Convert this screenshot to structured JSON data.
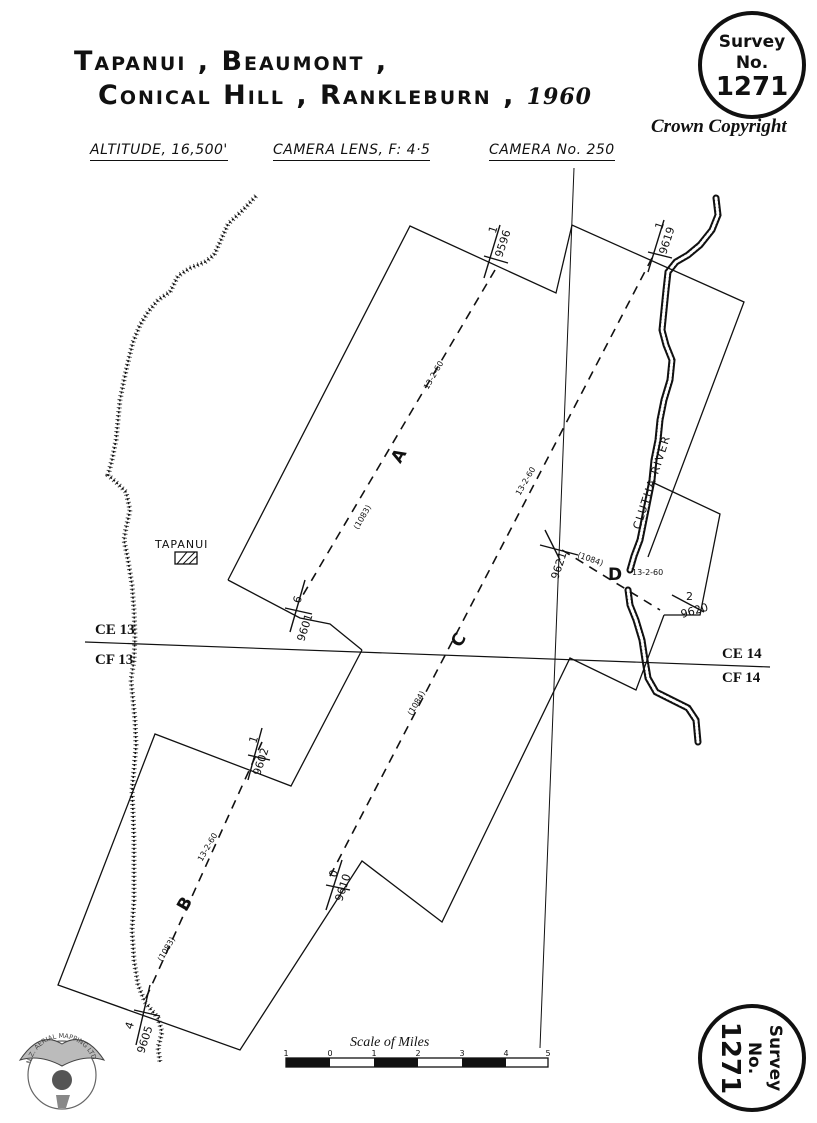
{
  "title": {
    "line1": "Tapanui , Beaumont ,",
    "line2": "Conical Hill , Rankleburn ,",
    "year": "1960"
  },
  "copyright": "Crown Copyright",
  "survey": {
    "label_line1": "Survey",
    "label_line2": "No.",
    "number": "1271"
  },
  "specs": {
    "altitude": "ALTITUDE, 16,500'",
    "lens": "CAMERA LENS, F: 4·5",
    "camera": "CAMERA No. 250"
  },
  "grid": {
    "ce13": "CE 13",
    "cf13": "CF 13",
    "ce14": "CE 14",
    "cf14": "CF 14"
  },
  "places": {
    "tapanui": "TAPANUI",
    "river": "CLUTHA RIVER"
  },
  "runs": {
    "A": {
      "letter": "A",
      "date": "13-2-60",
      "film": "(1083)",
      "start_frame": "1",
      "start_photo": "9596",
      "end_frame": "6",
      "end_photo": "9601"
    },
    "B": {
      "letter": "B",
      "date": "13-2-60",
      "film": "(1083)",
      "start_frame": "1",
      "start_photo": "9602",
      "end_frame": "4",
      "end_photo": "9605"
    },
    "C": {
      "letter": "C",
      "date": "13-2-60",
      "film": "(1084)",
      "start_frame": "1",
      "start_photo": "9619",
      "end_frame": "0",
      "end_photo": "9610"
    },
    "D": {
      "letter": "D",
      "date": "13-2-60",
      "film": "(1084)",
      "start_photo": "9621",
      "end_frame": "2",
      "end_photo": "9620"
    }
  },
  "scale": {
    "title": "Scale of Miles",
    "ticks": [
      "1",
      "0",
      "1",
      "2",
      "3",
      "4",
      "5"
    ]
  },
  "logo": {
    "text": "N.Z. AERIAL MAPPING LTD"
  },
  "colors": {
    "ink": "#111111",
    "paper": "#ffffff"
  }
}
